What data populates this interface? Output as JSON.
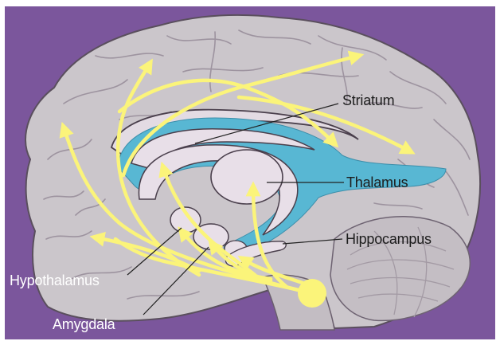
{
  "labels": {
    "striatum": "Striatum",
    "thalamus": "Thalamus",
    "hippocampus": "Hippocampus",
    "hypothalamus": "Hypothalamus",
    "amygdala": "Amygdala"
  },
  "colors": {
    "background": "#7b569c",
    "brain": "#cbc6cb",
    "brain_outline": "#5a4f5d",
    "structure_fill": "#e6dce6",
    "highlight_blue": "#58b7d3",
    "pathway_yellow": "#fbf47a",
    "label_dark": "#1d1d1d",
    "label_light": "#ffffff"
  }
}
